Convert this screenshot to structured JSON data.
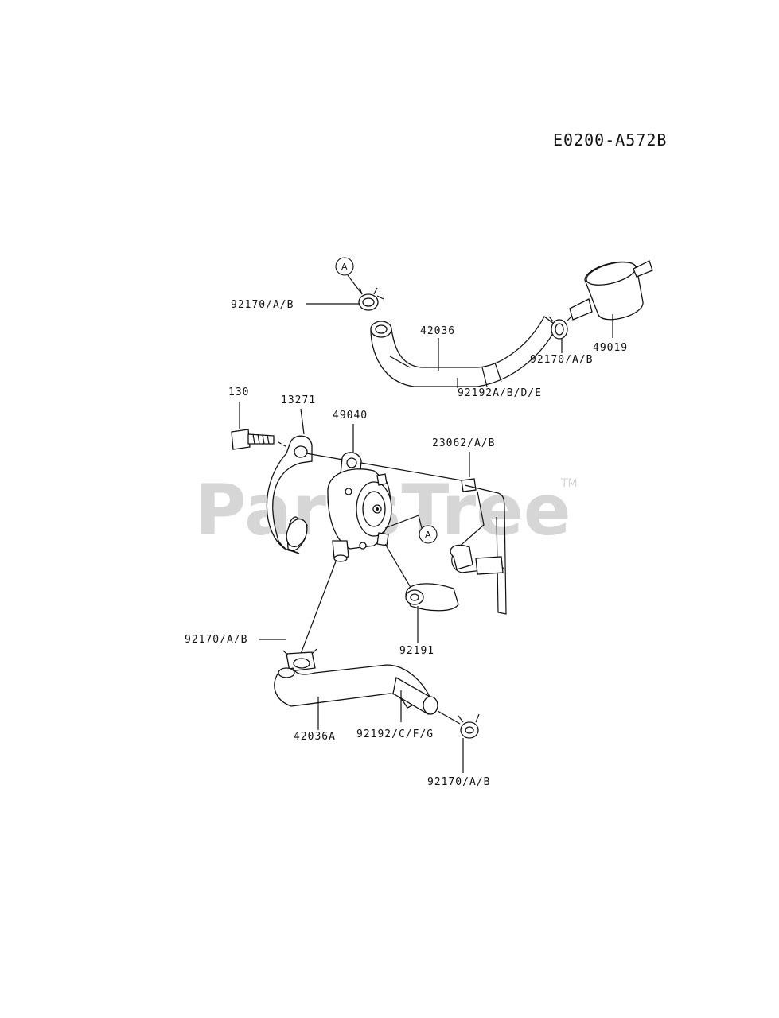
{
  "diagram": {
    "code": "E0200-A572B",
    "watermark": "PartsTree",
    "trademark": "TM",
    "callout_letter": "A",
    "labels": {
      "clamp_top_left": "92170/A/B",
      "hose_top": "42036",
      "clamp_top_right": "92170/A/B",
      "filter": "49019",
      "tube_top": "92192A/B/D/E",
      "bolt": "130",
      "gasket": "13271",
      "pump": "49040",
      "bracket": "23062/A/B",
      "clamp_mid_left": "92170/A/B",
      "cap": "92191",
      "hose_bottom": "42036A",
      "tube_bottom": "92192/C/F/G",
      "clamp_bottom": "92170/A/B"
    }
  }
}
